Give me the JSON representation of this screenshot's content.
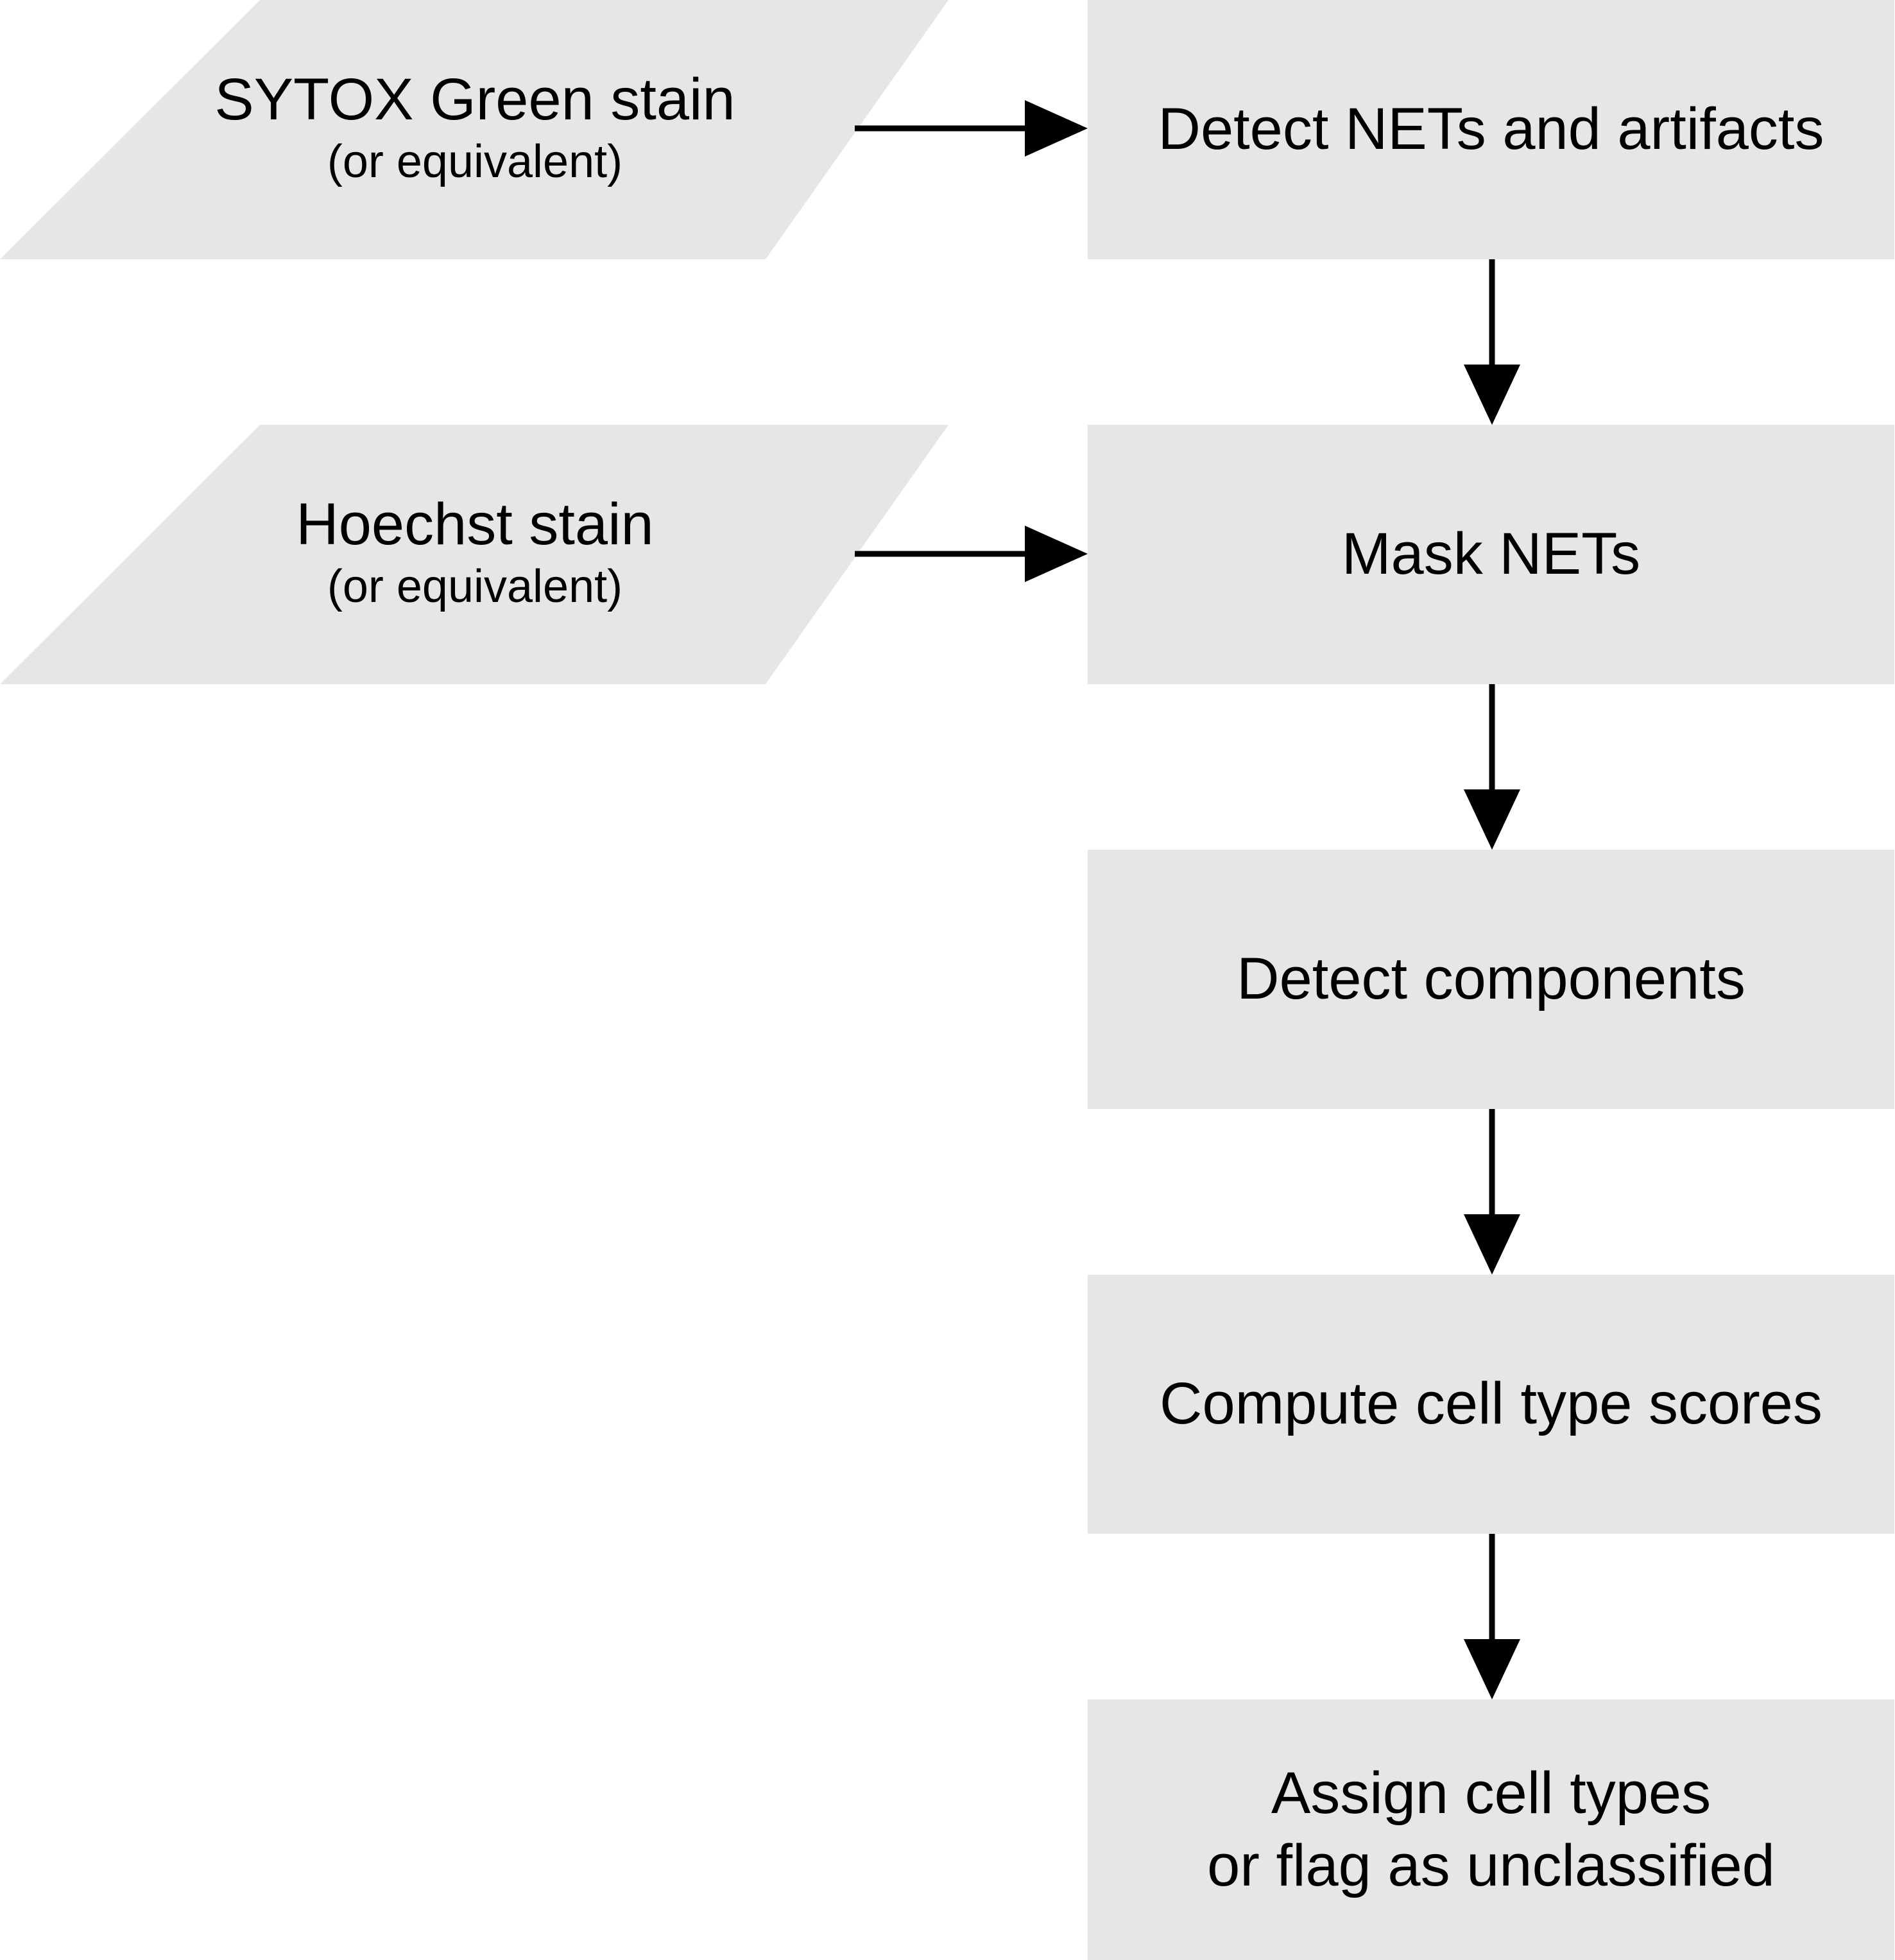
{
  "colors": {
    "node_fill": "#e6e6e6",
    "arrow": "#000000",
    "text": "#000000",
    "background": "#ffffff"
  },
  "inputs": [
    {
      "title": "SYTOX Green stain",
      "subtitle": "(or equivalent)"
    },
    {
      "title": "Hoechst stain",
      "subtitle": "(or equivalent)"
    }
  ],
  "steps": [
    {
      "label": "Detect NETs and artifacts"
    },
    {
      "label": "Mask NETs"
    },
    {
      "label": "Detect components"
    },
    {
      "label": "Compute cell type scores"
    },
    {
      "lines": [
        "Assign cell types",
        "or flag as unclassified"
      ]
    }
  ]
}
